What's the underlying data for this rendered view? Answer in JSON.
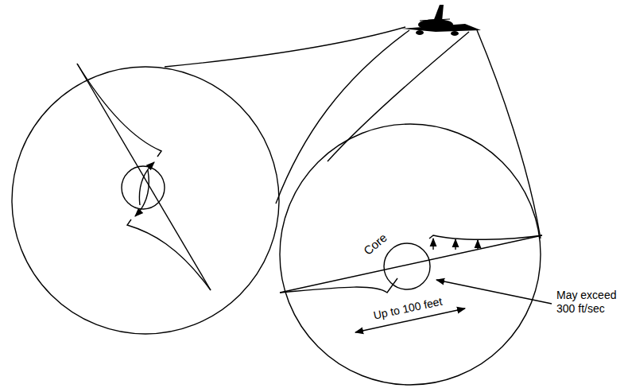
{
  "diagram": {
    "nodes": [
      {
        "text": [
          "Core"
        ]
      }
    ],
    "labels": [
      "Up to 100 feet",
      "May exceed 300 ft/sec"
    ]
  }
}
